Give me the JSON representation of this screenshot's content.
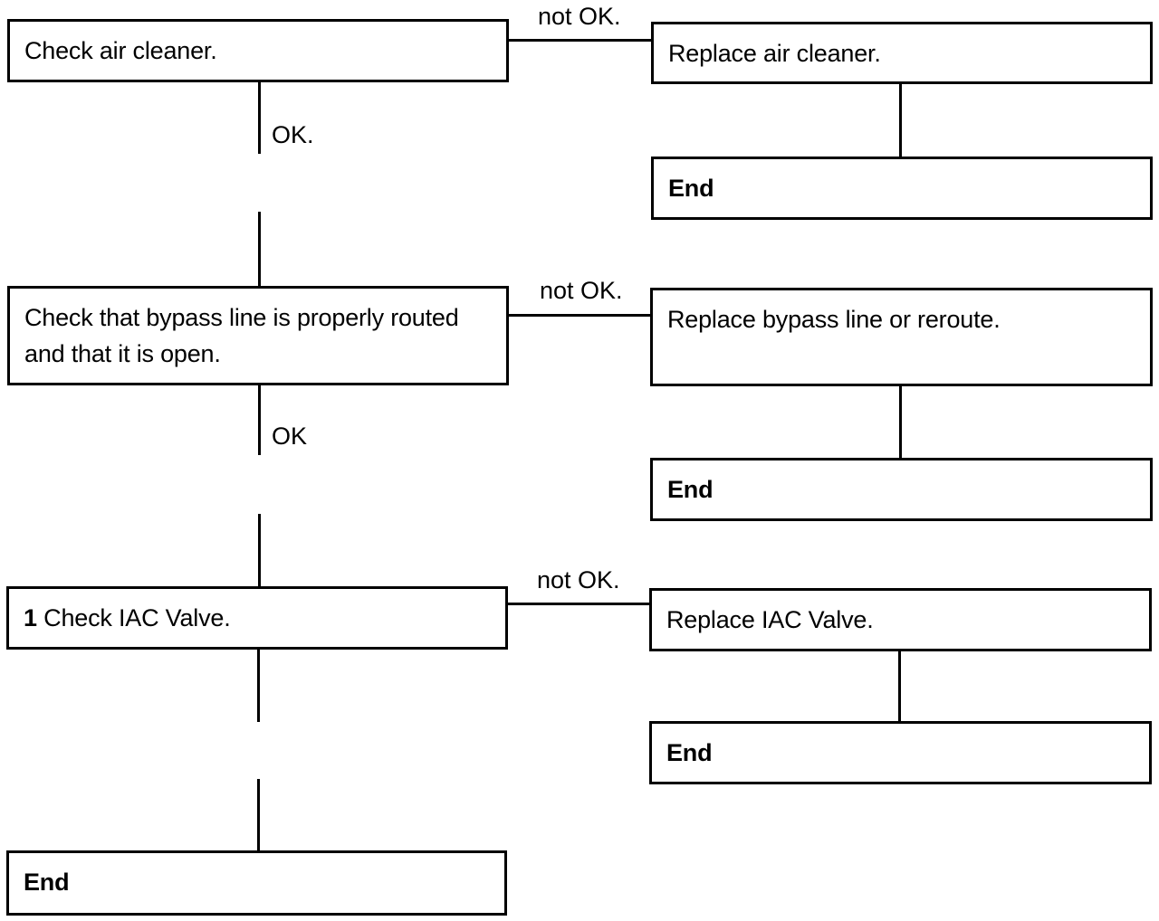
{
  "rows": [
    {
      "check": {
        "text": "Check air cleaner."
      },
      "fail_label": "not OK.",
      "fix": {
        "text": "Replace air cleaner."
      },
      "fix_end": "End",
      "pass_label": "OK."
    },
    {
      "check": {
        "text": "Check that bypass line is properly routed and that it is open."
      },
      "fail_label": "not OK.",
      "fix": {
        "text": "Replace bypass line or reroute."
      },
      "fix_end": "End",
      "pass_label": "OK"
    },
    {
      "check": {
        "number": "1",
        "text": "Check IAC Valve."
      },
      "fail_label": "not OK.",
      "fix": {
        "text": "Replace IAC Valve."
      },
      "fix_end": "End"
    }
  ],
  "final_end": "End"
}
